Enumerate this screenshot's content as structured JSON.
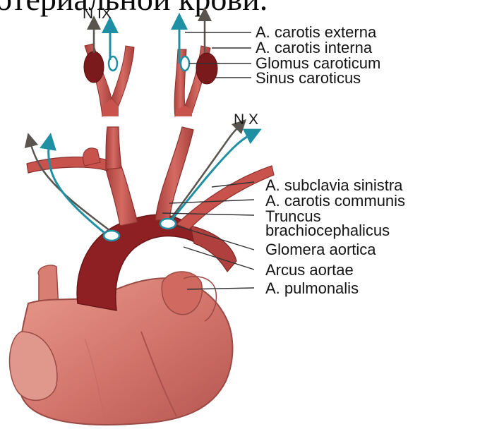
{
  "title_fragment": "отериальной крови.",
  "nerve_labels": {
    "glossopharyngeal": "N IX",
    "vagus": "N X"
  },
  "labels": {
    "carotis_externa": "A. carotis externa",
    "carotis_interna": "A. carotis interna",
    "glomus_caroticum": "Glomus caroticum",
    "sinus_caroticus": "Sinus caroticus",
    "subclavia_sinistra": "A. subclavia sinistra",
    "carotis_communis": "A. carotis communis",
    "truncus_line1": "Truncus",
    "truncus_line2": "brachiocephalicus",
    "glomera_aortica": "Glomera aortica",
    "arcus_aortae": "Arcus aortae",
    "pulmonalis": "A. pulmonalis"
  },
  "colors": {
    "artery": "#c8534d",
    "artery_dark": "#8e1f22",
    "heart": "#d97e73",
    "sensory_nerve": "#1f8fa3",
    "motor_nerve": "#5a544f",
    "leader_line": "#333333"
  }
}
